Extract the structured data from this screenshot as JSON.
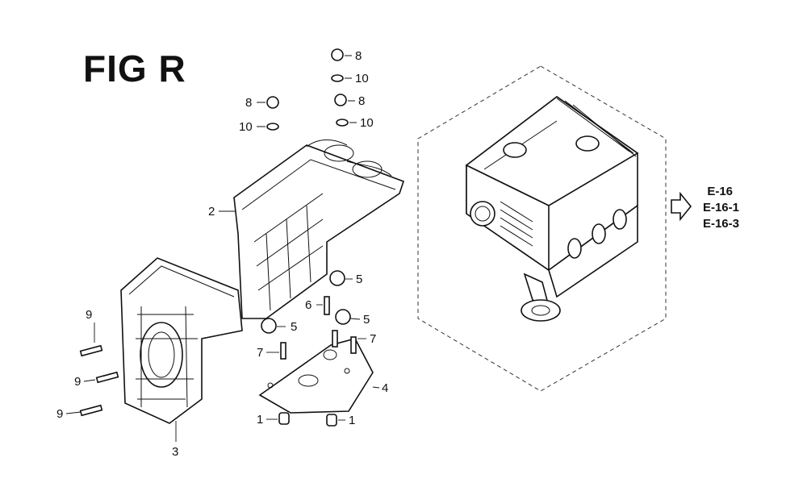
{
  "figure": {
    "title": "FIG R",
    "callouts": [
      {
        "id": "c-8a",
        "label": "8"
      },
      {
        "id": "c-10a",
        "label": "10"
      },
      {
        "id": "c-8b",
        "label": "8"
      },
      {
        "id": "c-10b",
        "label": "10"
      },
      {
        "id": "c-8c",
        "label": "8"
      },
      {
        "id": "c-10c",
        "label": "10"
      },
      {
        "id": "c-2",
        "label": "2"
      },
      {
        "id": "c-5a",
        "label": "5"
      },
      {
        "id": "c-6",
        "label": "6"
      },
      {
        "id": "c-5b",
        "label": "5"
      },
      {
        "id": "c-5c",
        "label": "5"
      },
      {
        "id": "c-7a",
        "label": "7"
      },
      {
        "id": "c-7b",
        "label": "7"
      },
      {
        "id": "c-4",
        "label": "4"
      },
      {
        "id": "c-1a",
        "label": "1"
      },
      {
        "id": "c-1b",
        "label": "1"
      },
      {
        "id": "c-9a",
        "label": "9"
      },
      {
        "id": "c-9b",
        "label": "9"
      },
      {
        "id": "c-9c",
        "label": "9"
      },
      {
        "id": "c-3",
        "label": "3"
      }
    ],
    "references": [
      "E-16",
      "E-16-1",
      "E-16-3"
    ]
  }
}
